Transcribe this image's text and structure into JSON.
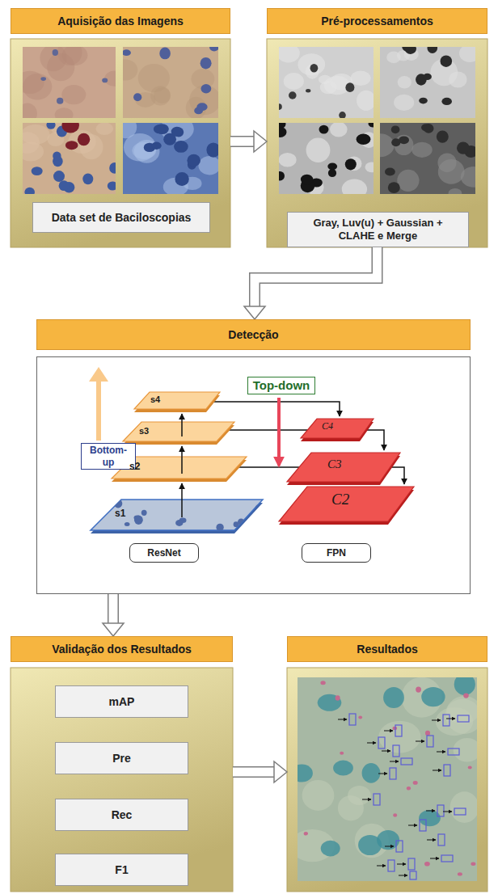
{
  "diagram": {
    "nodes": [
      {
        "text": [
          "Aquisição das Imagens"
        ]
      },
      {
        "text": [
          "Data set de Baciloscopias"
        ],
        "in": 0
      },
      {
        "text": [
          "Pré-processamentos"
        ]
      },
      {
        "text": [
          "Gray, Luv(u) + Gaussian + CLAHE e Merge"
        ],
        "in": 2
      },
      {
        "text": [
          "Detecção"
        ]
      },
      {
        "text": [
          "Top-down"
        ],
        "in": 4
      },
      {
        "text": [
          "Bottom-up"
        ],
        "in": 4
      },
      {
        "text": [
          "ResNet"
        ],
        "in": 4
      },
      {
        "text": [
          "FPN"
        ],
        "in": 4
      },
      {
        "text": [
          "Validação dos Resultados"
        ]
      },
      {
        "text": [
          "mAP"
        ],
        "in": 9
      },
      {
        "text": [
          "Pre"
        ],
        "in": 9
      },
      {
        "text": [
          "Rec"
        ],
        "in": 9
      },
      {
        "text": [
          "F1"
        ],
        "in": 9
      },
      {
        "text": [
          "Resultados"
        ]
      }
    ],
    "edges": [
      {
        "from": 0,
        "to": 2,
        "arrow": "to"
      },
      {
        "from": 2,
        "to": 4,
        "arrow": "to"
      },
      {
        "from": 4,
        "to": 9,
        "arrow": "to"
      },
      {
        "from": 9,
        "to": 14,
        "arrow": "to"
      }
    ],
    "labels": [
      "s4",
      "s3",
      "s2",
      "s1",
      "C4",
      "C3",
      "C2"
    ]
  }
}
